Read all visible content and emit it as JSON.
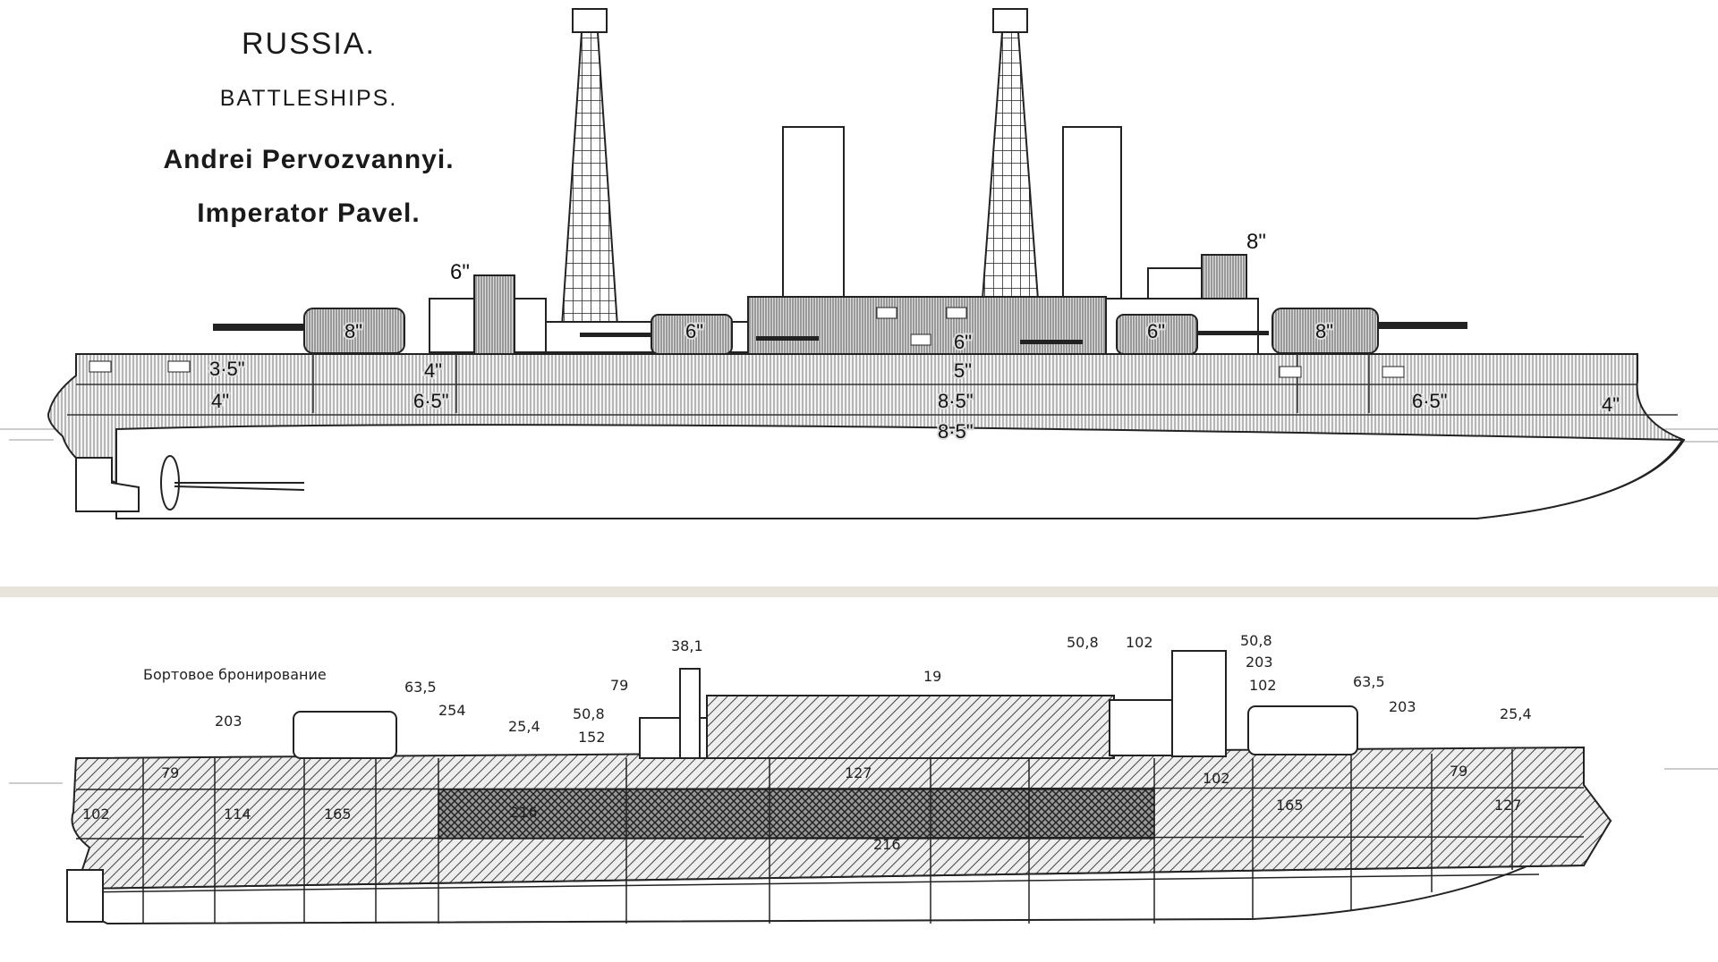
{
  "top_diagram": {
    "titles": [
      "RUSSIA.",
      "BATTLESHIPS.",
      "Andrei  Pervozvannyi.",
      "Imperator  Pavel."
    ],
    "labels": {
      "turret_fwd": "8\"",
      "turret_aft": "8\"",
      "top_8in": "8\"",
      "top_6in": "6\"",
      "sec_6_fwd": "6\"",
      "sec_6_mid": "6\"",
      "sec_6_aft": "6\"",
      "cit_5": "5\"",
      "bow_35": "3·5\"",
      "upper_4": "4\"",
      "bow_4": "4\"",
      "stern_4": "4\"",
      "belt_65_fwd": "6·5\"",
      "belt_65_aft": "6·5\"",
      "belt_85_upper": "8·5\"",
      "belt_85_lower": "8·5\""
    }
  },
  "bottom_diagram": {
    "caption": "Бортовое бронирование",
    "labels": {
      "l_203_fwd": "203",
      "l_635_fwd": "63,5",
      "l_254": "254",
      "l_254_deck": "25,4",
      "l_381": "38,1",
      "l_79_top": "79",
      "l_508_fwd": "50,8",
      "l_152": "152",
      "l_19": "19",
      "l_508_aft": "50,8",
      "l_102_top": "102",
      "l_508_right": "50,8",
      "l_203_aft_top": "203",
      "l_102_aft": "102",
      "l_635_aft": "63,5",
      "l_203_aft": "203",
      "l_254_aft": "25,4",
      "in_79_bow": "79",
      "in_102_bow": "102",
      "in_114": "114",
      "in_165_fwd": "165",
      "in_216": "216",
      "in_127_mid": "127",
      "in_216_mid": "216",
      "in_102_aft": "102",
      "in_165_aft": "165",
      "in_79_aft": "79",
      "in_127_aft": "127"
    }
  }
}
